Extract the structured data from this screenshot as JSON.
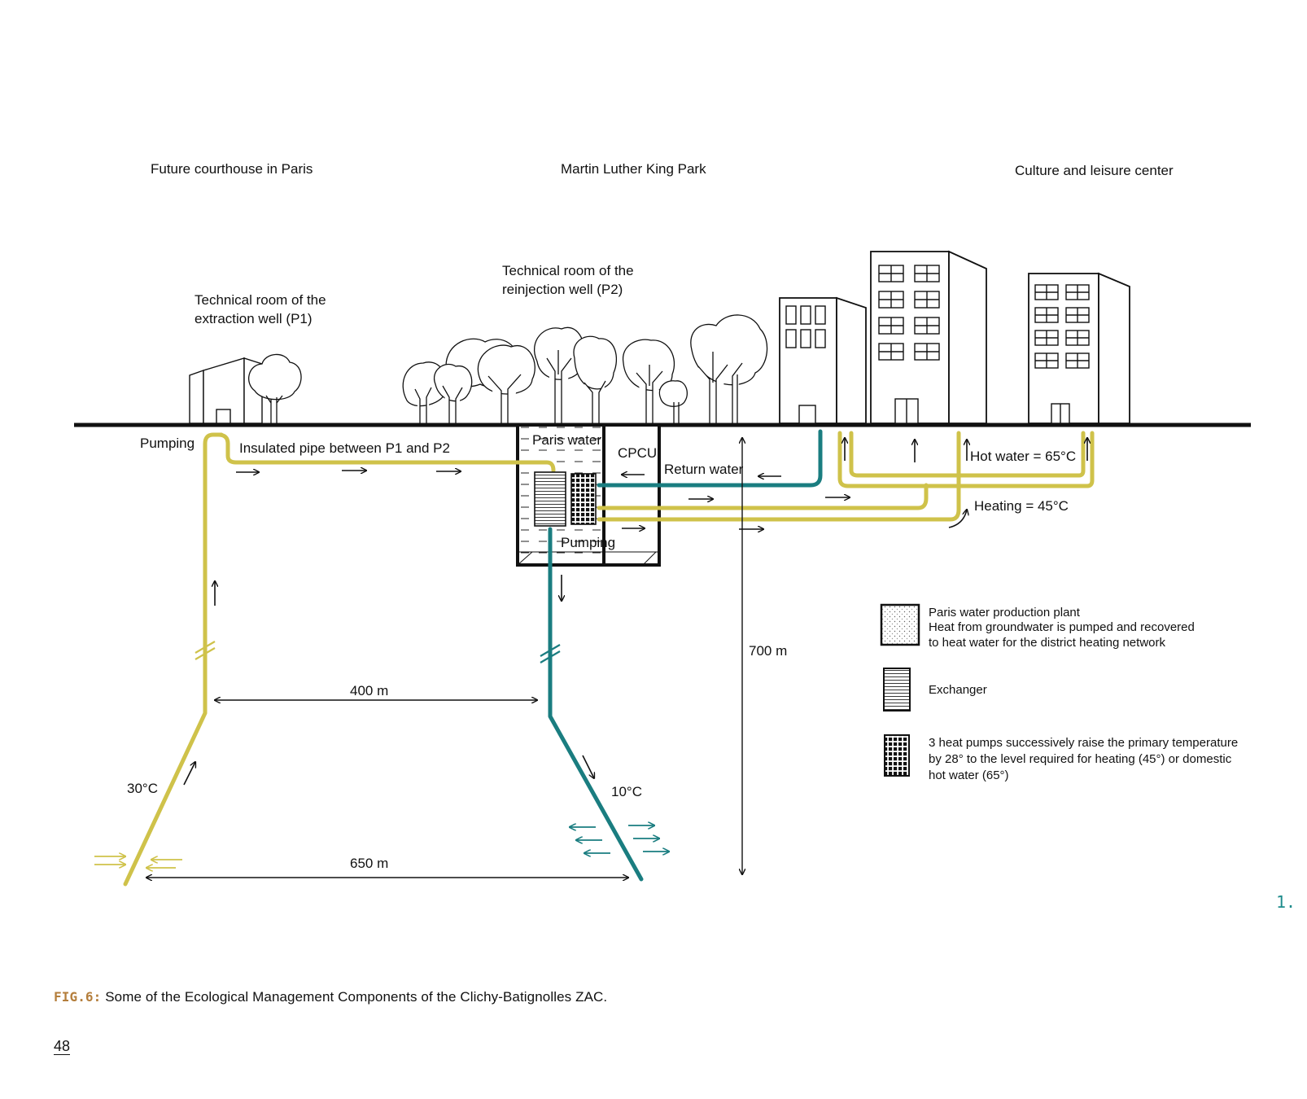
{
  "colors": {
    "yellow_pipe": "#cfc24a",
    "teal_pipe": "#1a7d80",
    "ink": "#111111",
    "caption_tag": "#b47e3c",
    "side_number": "#1e8c8c"
  },
  "headings": {
    "courthouse": "Future courthouse in Paris",
    "park": "Martin Luther King Park",
    "culture": "Culture and leisure center"
  },
  "labels": {
    "p1_line1": "Technical room of the",
    "p1_line2": "extraction well (P1)",
    "p2_line1": "Technical room of the",
    "p2_line2": "reinjection well (P2)",
    "pumping_top": "Pumping",
    "insulated_pipe": "Insulated pipe between P1 and P2",
    "paris_water": "Paris water",
    "cpcu": "CPCU",
    "return_water": "Return water",
    "hot_water": "Hot water = 65°C",
    "heating": "Heating = 45°C",
    "pumping_bottom": "Pumping",
    "depth": "700 m",
    "dist_400": "400 m",
    "dist_650": "650 m",
    "temp_30": "30°C",
    "temp_10": "10°C"
  },
  "legend": {
    "plant": [
      "Paris water production plant",
      "Heat from groundwater is pumped and recovered",
      "to heat water for the district heating network"
    ],
    "exchanger": [
      "Exchanger"
    ],
    "heat_pumps": [
      "3 heat pumps successively raise the primary temperature",
      "by 28° to the level required for heating (45°) or domestic",
      "hot water (65°)"
    ]
  },
  "caption": {
    "tag": "FIG.6:",
    "text": " Some of the Ecological Management Components of the Clichy-Batignolles ZAC."
  },
  "page_number": "48",
  "side_number": "1."
}
